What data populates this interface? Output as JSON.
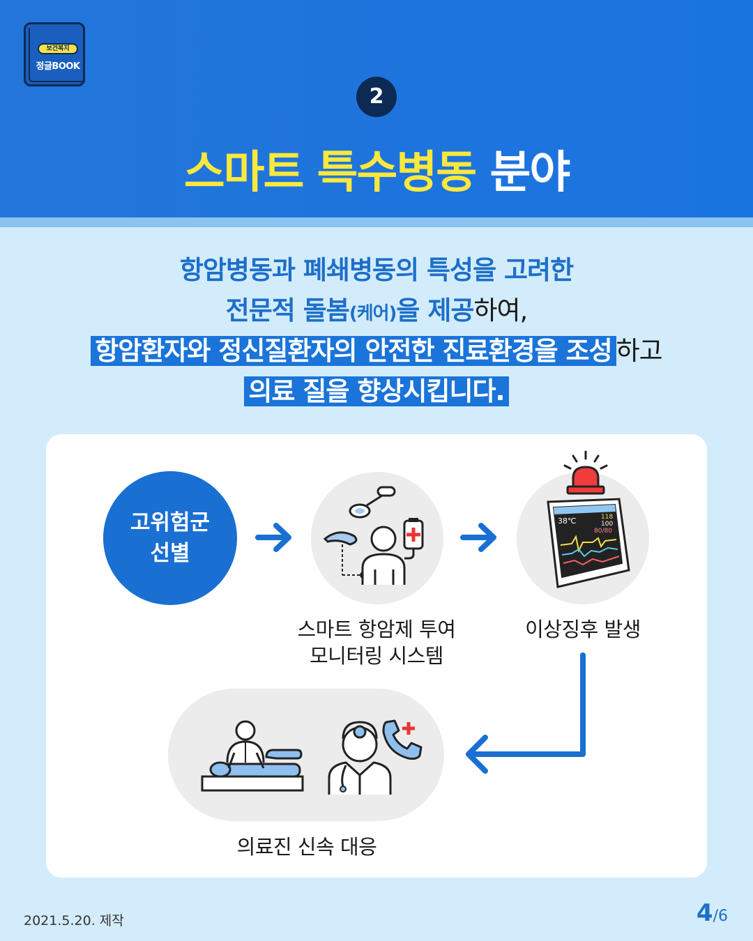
{
  "logo": {
    "pill": "보건복지",
    "text": "정글BOOK"
  },
  "badge": "2",
  "title": {
    "highlight": "스마트 특수병동",
    "rest": "분야"
  },
  "description": {
    "line1": "항암병동과 폐쇄병동의 특성을 고려한",
    "line2_a": "전문적 돌봄",
    "line2_small": "(케어)",
    "line2_b": "을 제공",
    "line2_plain": "하여,",
    "line3_hl": "항암환자와 정신질환자의 안전한 진료환경을 조성",
    "line3_plain": "하고",
    "line4_hl": "의료 질을 향상시킵니다."
  },
  "flow": {
    "step1": {
      "line1": "고위험군",
      "line2": "선별"
    },
    "step2": {
      "line1": "스마트 항암제 투여",
      "line2": "모니터링 시스템"
    },
    "step3": {
      "label": "이상징후 발생"
    },
    "step4": {
      "label": "의료진 신속 대응"
    },
    "monitor": {
      "temp": "38℃",
      "v1": "118",
      "v2": "100",
      "v3": "80/80"
    }
  },
  "footer": {
    "date": "2021.5.20. 제작",
    "page_current": "4",
    "page_total": "/6"
  },
  "colors": {
    "primary": "#1a74d9",
    "accent_yellow": "#fbe83d",
    "navy": "#0d2a55",
    "background": "#d3ecfb"
  }
}
